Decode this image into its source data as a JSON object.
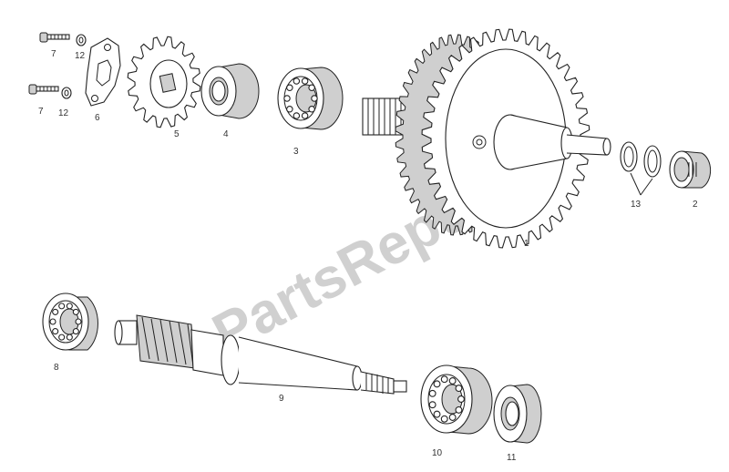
{
  "watermark": "PartsRepublik",
  "labels": {
    "p1": "1",
    "p2": "2",
    "p3": "3",
    "p4": "4",
    "p5": "5",
    "p6": "6",
    "p7a": "7",
    "p7b": "7",
    "p8": "8",
    "p9": "9",
    "p10": "10",
    "p11": "11",
    "p12a": "12",
    "p12b": "12",
    "p13": "13"
  }
}
